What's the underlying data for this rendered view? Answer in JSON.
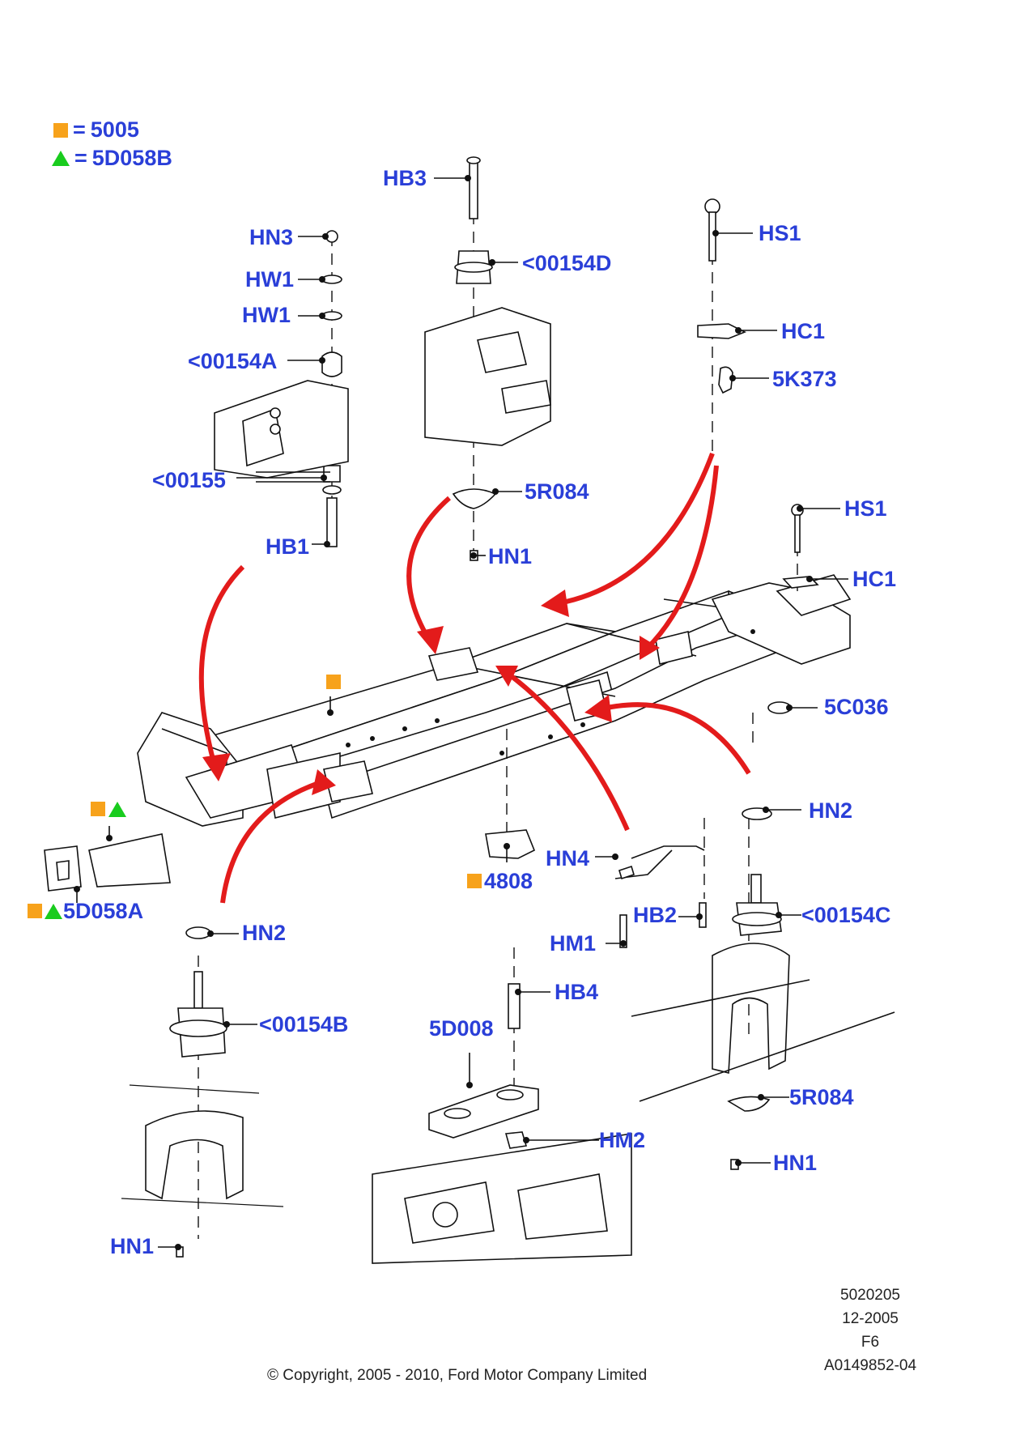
{
  "legend": {
    "square_code": "5005",
    "triangle_code": "5D058B",
    "eq": "="
  },
  "callouts": {
    "hb3": "HB3",
    "hn3": "HN3",
    "hw1a": "HW1",
    "hw1b": "HW1",
    "p154a": "<00154A",
    "p155": "<00155",
    "hb1": "HB1",
    "p154d": "<00154D",
    "r084a": "5R084",
    "hn1a": "HN1",
    "hs1a": "HS1",
    "hc1a": "HC1",
    "k373": "5K373",
    "hs1b": "HS1",
    "hc1b": "HC1",
    "c036": "5C036",
    "hn2a": "HN2",
    "p4808": "4808",
    "hn4": "HN4",
    "hb2": "HB2",
    "hm1": "HM1",
    "p154c": "<00154C",
    "p5d058a": "5D058A",
    "hn2b": "HN2",
    "p154b": "<00154B",
    "hb4": "HB4",
    "p5d008": "5D008",
    "hm2": "HM2",
    "r084b": "5R084",
    "hn1b": "HN1",
    "hn1c": "HN1"
  },
  "reference": {
    "line1": "5020205",
    "line2": "12-2005",
    "line3": "F6",
    "line4": "A0149852-04"
  },
  "copyright": "© Copyright, 2005 - 2010, Ford Motor Company Limited",
  "colors": {
    "label_blue": "#2a3fd8",
    "arrow_red": "#e31b1b",
    "square_orange": "#f7a21b",
    "triangle_green": "#19cc1e"
  }
}
